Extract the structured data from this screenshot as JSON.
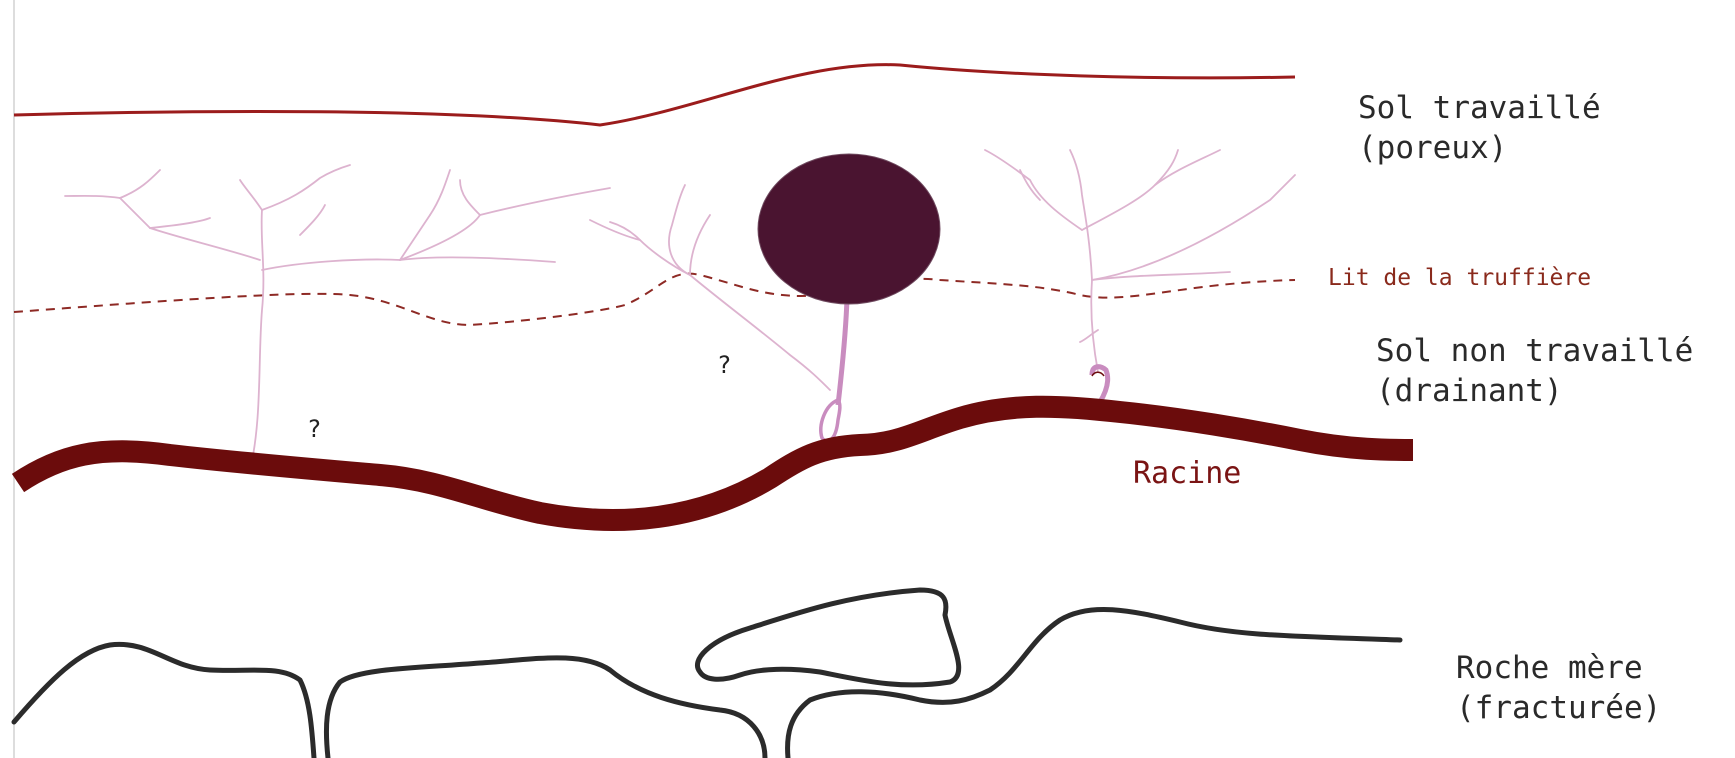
{
  "labels": {
    "sol_travaille": [
      "Sol travaillé",
      "(poreux)"
    ],
    "lit_truffiere": "Lit de la truffière",
    "sol_non_travaille": [
      "Sol non travaillé",
      "(drainant)"
    ],
    "racine": "Racine",
    "roche_mere": [
      "Roche mère",
      "(fracturée)"
    ],
    "question_mark": "?"
  },
  "colors": {
    "soil_line": "#9b1c1c",
    "truffle_bed_dashed": "#8e2a25",
    "root": "#6b0c0c",
    "mycelium": "#ddb3cf",
    "truffle": "#4a1430",
    "truffle_stalk": "#c98cbf",
    "bedrock": "#2b2b2b",
    "left_border": "#dddddd"
  }
}
